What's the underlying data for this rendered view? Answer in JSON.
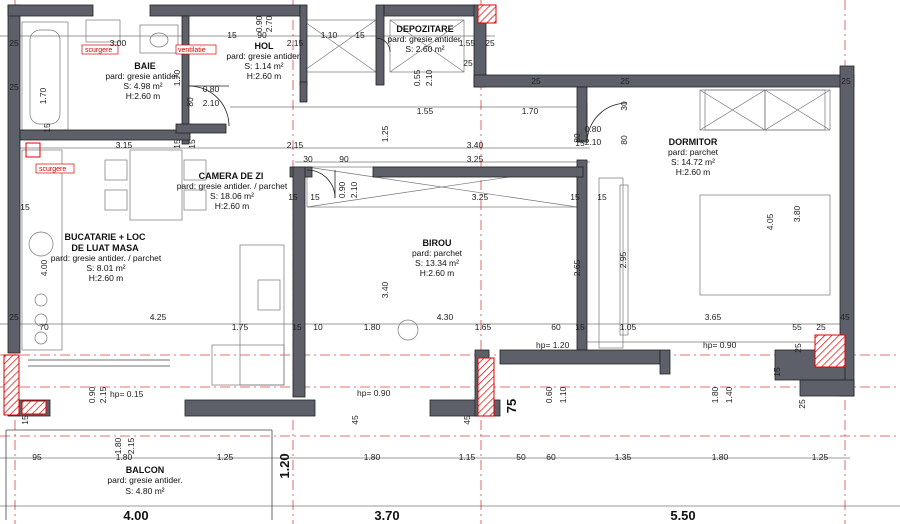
{
  "rooms": {
    "baie": {
      "name": "BAIE",
      "finish": "pard: gresie antider.",
      "area": "S: 4.98 m²",
      "height": "H:2.60 m"
    },
    "hol": {
      "name": "HOL",
      "finish": "pard: gresie antider.",
      "area": "S: 1.14 m²",
      "height": "H:2.60 m"
    },
    "depozitare": {
      "name": "DEPOZITARE",
      "finish": "pard: gresie antider.",
      "area": "S: 2.60 m²"
    },
    "camera": {
      "name": "CAMERA DE ZI",
      "finish": "pard: gresie antider. / parchet",
      "area": "S: 18.06 m²",
      "height": "H:2.60 m"
    },
    "bucatarie": {
      "name1": "BUCATARIE + LOC",
      "name2": "DE LUAT MASA",
      "finish": "pard: gresie antider. / parchet",
      "area": "S: 8.01 m²",
      "height": "H:2.60 m"
    },
    "birou": {
      "name": "BIROU",
      "finish": "pard: parchet",
      "area": "S: 13.34 m²",
      "height": "H:2.60 m"
    },
    "dormitor": {
      "name": "DORMITOR",
      "finish": "pard: parchet",
      "area": "S: 14.72 m²",
      "height": "H:2.60 m"
    },
    "balcon": {
      "name": "BALCON",
      "finish": "pard: gresie antider.",
      "area": "S: 4.80 m²"
    }
  },
  "tags": {
    "scurgere": "scurgere",
    "ventilatie": "ventilatie"
  },
  "grid_dims": {
    "d1": "4.00",
    "d2": "3.70",
    "d3": "5.50",
    "d4": "1.20",
    "d5": "75"
  },
  "sill_labels": {
    "hp1": "hp= 0.15",
    "hp2": "hp= 0.90",
    "hp3": "hp= 1.20",
    "hp4": "hp= 0.90"
  },
  "dims": {
    "top_row": [
      "25",
      "3.00",
      "15",
      "90",
      "2.15",
      "1.10",
      "15",
      "1.55",
      "25"
    ],
    "top_vert": [
      "0.90",
      "2.70"
    ],
    "baie_left": [
      "25",
      "1.70",
      "15"
    ],
    "baie_door": [
      "1.70",
      "80",
      "0.80",
      "2.10"
    ],
    "hol_door": [
      "0.55",
      "2.10"
    ],
    "dep_right": [
      "25"
    ],
    "row_15_25": [
      "25",
      "25",
      "25"
    ],
    "row_155": [
      "1.55",
      "1.70",
      "1.25"
    ],
    "dorm_door": [
      "30",
      "80",
      "80",
      "0.80",
      "2.10"
    ],
    "row_315": [
      "3.15",
      "15",
      "15",
      "2.15",
      "3.40",
      "15"
    ],
    "row_325": [
      "30",
      "90",
      "3.25",
      "0.90",
      "2.10"
    ],
    "row_15b": [
      "15",
      "15",
      "15",
      "15"
    ],
    "birou_row": [
      "3.25",
      "2.65",
      "2.95",
      "15"
    ],
    "dorm_vert": [
      "4.05",
      "3.80"
    ],
    "kit_vert": [
      "4.00",
      "3.40"
    ],
    "row_425": [
      "25",
      "70",
      "4.25",
      "1.75",
      "15",
      "10",
      "1.80",
      "4.30",
      "1.65",
      "60",
      "15",
      "1.05",
      "3.65",
      "55",
      "25",
      "45"
    ],
    "bottom_vert": [
      "0.90",
      "2.15",
      "0.60",
      "1.10",
      "1.80",
      "1.40",
      "25",
      "15",
      "15",
      "45",
      "45",
      "25"
    ],
    "balc_vert": [
      "1.80",
      "2.15"
    ],
    "balc_row": [
      "95",
      "1.80",
      "1.25",
      "1.80",
      "1.15",
      "50",
      "60",
      "1.35",
      "1.80",
      "1.25"
    ]
  }
}
